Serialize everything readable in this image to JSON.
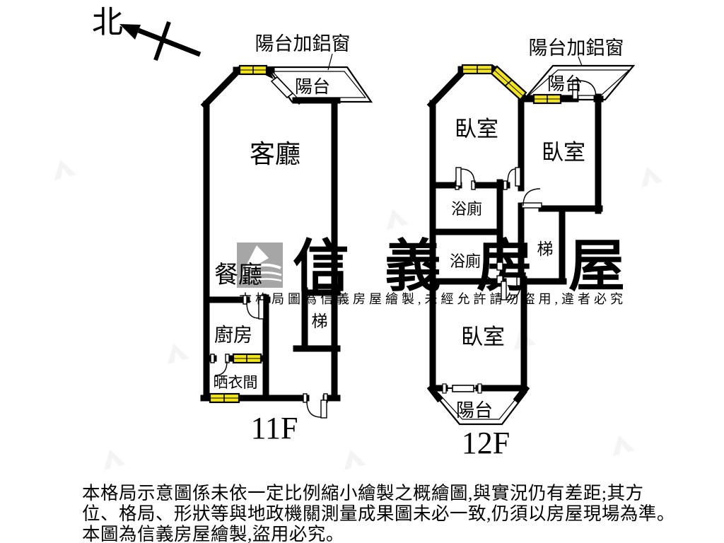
{
  "compass": {
    "north_label": "北"
  },
  "floor_11f": {
    "floor_label": "11F",
    "balcony_window_label": "陽台加鋁窗",
    "rooms": {
      "living_room": "客廳",
      "dining_room": "餐廳",
      "kitchen": "廚房",
      "laundry_room": "晒衣間",
      "stairs": "梯",
      "balcony": "陽台"
    }
  },
  "floor_12f": {
    "floor_label": "12F",
    "balcony_window_label": "陽台加鋁窗",
    "rooms": {
      "bedroom_top_left": "臥室",
      "bedroom_right": "臥室",
      "bedroom_bottom": "臥室",
      "bathroom_upper": "浴廁",
      "bathroom_lower": "浴廁",
      "stairs": "梯",
      "balcony_top": "陽台",
      "balcony_bottom": "陽台"
    }
  },
  "watermark": {
    "brand": "信義房屋",
    "notice": "本格局圖為信義房屋繪製,未經允許請勿盜用,違者必究"
  },
  "disclaimer": {
    "line1": "本格局示意圖係未依一定比例縮小繪製之概繪圖,與實況仍有差距;其方",
    "line2": "位、格局、形狀等與地政機關測量成果圖未必一致,仍須以房屋現場為準。",
    "line3": "本圖為信義房屋繪製,盜用必究。"
  },
  "colors": {
    "wall": "#000000",
    "window_fill": "#f3e516",
    "watermark_gray": "#9b9b9b",
    "watermark_light": "#b5b5b5"
  }
}
